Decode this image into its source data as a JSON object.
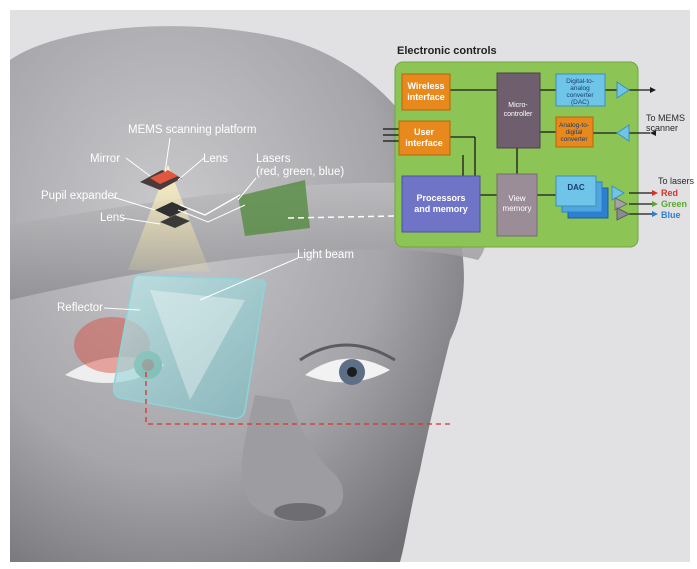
{
  "diagram": {
    "overlay_labels": {
      "mems_platform": "MEMS scanning platform",
      "mirror": "Mirror",
      "lens_top": "Lens",
      "lasers_line1": "Lasers",
      "lasers_line2": "(red, green, blue)",
      "pupil_expander": "Pupil expander",
      "lens_left": "Lens",
      "light_beam": "Light beam",
      "reflector": "Reflector"
    },
    "electronic_controls": {
      "title": "Electronic controls",
      "wireless_line1": "Wireless",
      "wireless_line2": "interface",
      "user_line1": "User",
      "user_line2": "interface",
      "micro_line1": "Micro-",
      "micro_line2": "controller",
      "dac_top_line1": "Digital-to-",
      "dac_top_line2": "analog",
      "dac_top_line3": "converter",
      "dac_top_line4": "(DAC)",
      "adc_line1": "Analog-to-",
      "adc_line2": "digital",
      "adc_line3": "converter",
      "processors_line1": "Processors",
      "processors_line2": "and memory",
      "view_line1": "View",
      "view_line2": "memory",
      "dac": "DAC",
      "to_mems_line1": "To MEMS",
      "to_mems_line2": "scanner",
      "to_lasers": "To lasers",
      "red": "Red",
      "green": "Green",
      "blue": "Blue"
    },
    "colors": {
      "panel": "#8cc455",
      "orange_box": "#e8891e",
      "micro_box": "#6f5e6e",
      "blue_box": "#6f74c6",
      "view_box": "#9a8d98",
      "dac_box": "#6ec5e8",
      "red": "#d8322a",
      "green": "#5aa832",
      "blue": "#2d7fcf"
    }
  }
}
